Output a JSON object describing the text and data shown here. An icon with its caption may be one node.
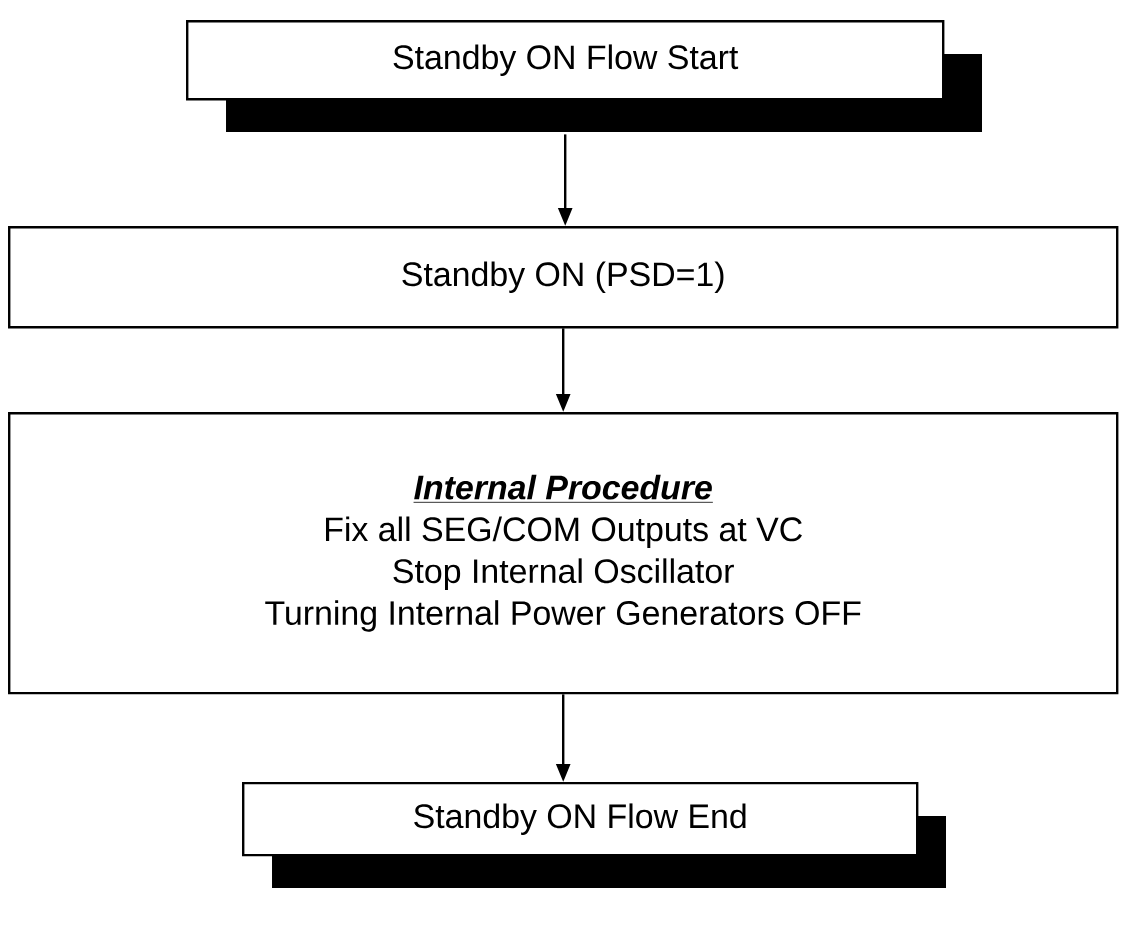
{
  "diagram": {
    "nodes": [
      {
        "text": [
          "Standby ON Flow Start"
        ]
      },
      {
        "text": [
          "Standby ON (PSD=1)"
        ]
      },
      {
        "text": [
          "Internal Procedure",
          "Fix all SEG/COM Outputs at VC",
          "Stop Internal Oscillator",
          "Turning Internal Power Generators OFF"
        ]
      },
      {
        "text": [
          "Standby ON Flow End"
        ]
      }
    ],
    "edges": [
      {
        "from": 0,
        "to": 1,
        "arrow": "to"
      },
      {
        "from": 1,
        "to": 2,
        "arrow": "to"
      },
      {
        "from": 2,
        "to": 3,
        "arrow": "to"
      }
    ]
  }
}
